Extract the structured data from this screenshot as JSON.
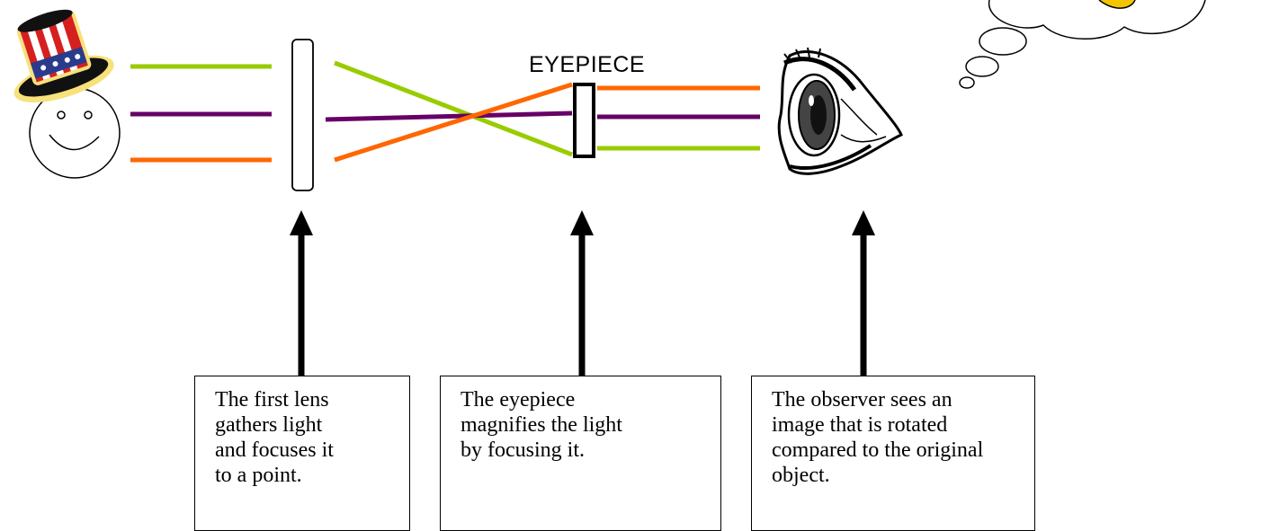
{
  "diagram": {
    "eyepiece_label": "EYEPIECE",
    "captions": [
      {
        "lines": [
          "The first lens",
          "gathers light",
          "and focuses it",
          "to a point."
        ]
      },
      {
        "lines": [
          "The eyepiece",
          "magnifies the light",
          "by focusing it."
        ]
      },
      {
        "lines": [
          "The observer sees an",
          "image that is rotated",
          "compared to the original",
          "object."
        ]
      }
    ]
  },
  "colors": {
    "green": "#99cc00",
    "purple": "#660066",
    "orange": "#ff6600",
    "hat_red": "#d62020",
    "hat_blue": "#2a3b8c",
    "hat_band": "#ffd800"
  },
  "icons": [
    "smiley-face-icon",
    "top-hat-icon",
    "eye-icon",
    "thought-bubble-icon"
  ]
}
